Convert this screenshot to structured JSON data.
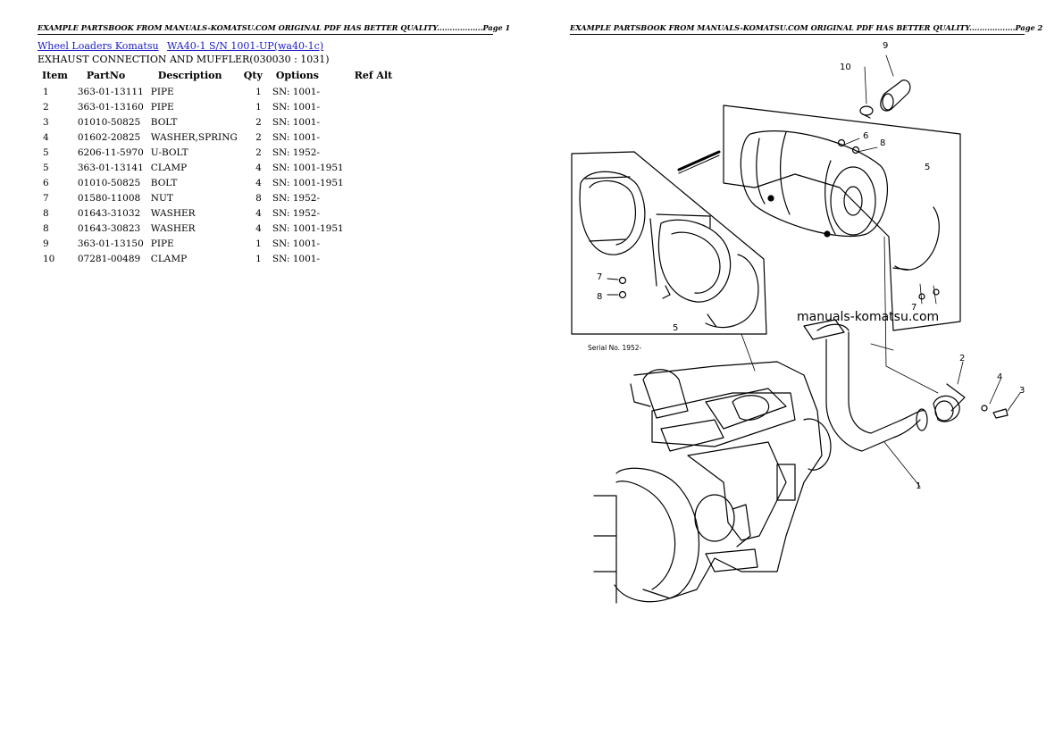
{
  "page1": {
    "header": "EXAMPLE PARTSBOOK FROM MANUALS-KOMATSU.COM ORIGINAL PDF HAS BETTER QUALITY..................Page 1",
    "breadcrumb": [
      "Wheel Loaders Komatsu",
      "WA40-1 S/N 1001-UP(wa40-1c)"
    ],
    "section_title": "EXHAUST CONNECTION AND MUFFLER(030030 : 1031)",
    "table": {
      "headers": [
        "Item",
        "PartNo",
        "Description",
        "Qty",
        "Options",
        "Ref Alt"
      ],
      "rows": [
        [
          "1",
          "363-01-13111",
          "PIPE",
          "1",
          "SN: 1001-",
          ""
        ],
        [
          "2",
          "363-01-13160",
          "PIPE",
          "1",
          "SN: 1001-",
          ""
        ],
        [
          "3",
          "01010-50825",
          "BOLT",
          "2",
          "SN: 1001-",
          ""
        ],
        [
          "4",
          "01602-20825",
          "WASHER,SPRING",
          "2",
          "SN: 1001-",
          ""
        ],
        [
          "5",
          "6206-11-5970",
          "U-BOLT",
          "2",
          "SN: 1952-",
          ""
        ],
        [
          "5",
          "363-01-13141",
          "CLAMP",
          "4",
          "SN: 1001-1951",
          ""
        ],
        [
          "6",
          "01010-50825",
          "BOLT",
          "4",
          "SN: 1001-1951",
          ""
        ],
        [
          "7",
          "01580-11008",
          "NUT",
          "8",
          "SN: 1952-",
          ""
        ],
        [
          "8",
          "01643-31032",
          "WASHER",
          "4",
          "SN: 1952-",
          ""
        ],
        [
          "8",
          "01643-30823",
          "WASHER",
          "4",
          "SN: 1001-1951",
          ""
        ],
        [
          "9",
          "363-01-13150",
          "PIPE",
          "1",
          "SN: 1001-",
          ""
        ],
        [
          "10",
          "07281-00489",
          "CLAMP",
          "1",
          "SN: 1001-",
          ""
        ]
      ]
    }
  },
  "page2": {
    "header": "EXAMPLE PARTSBOOK FROM MANUALS-KOMATSU.COM ORIGINAL PDF HAS BETTER QUALITY..................Page 2",
    "watermark": "manuals-komatsu.com",
    "callouts": [
      "1",
      "2",
      "3",
      "4",
      "5",
      "5",
      "6",
      "7",
      "7",
      "8",
      "8",
      "9",
      "10"
    ],
    "inset_note": "Serial No. 1952-"
  }
}
